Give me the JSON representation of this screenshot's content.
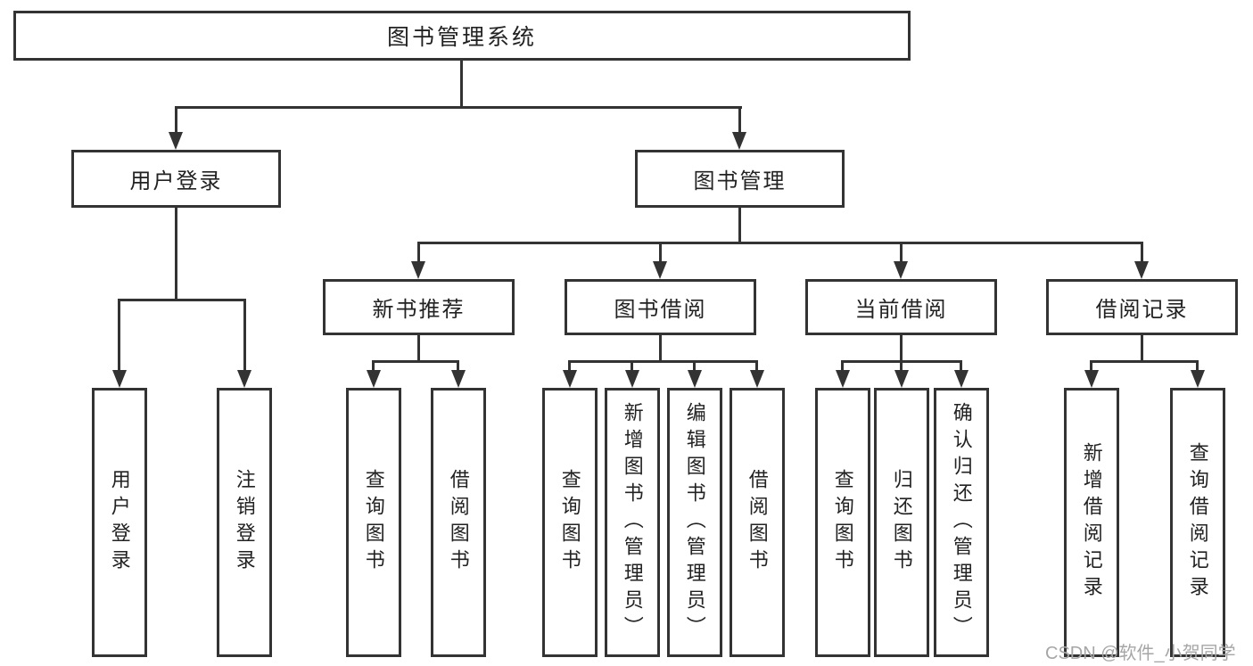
{
  "tree": {
    "label": "图书管理系统",
    "children": [
      {
        "label": "用户登录",
        "children": [
          {
            "label": "用户登录"
          },
          {
            "label": "注销登录"
          }
        ]
      },
      {
        "label": "图书管理",
        "children": [
          {
            "label": "新书推荐",
            "children": [
              {
                "label": "查询图书"
              },
              {
                "label": "借阅图书"
              }
            ]
          },
          {
            "label": "图书借阅",
            "children": [
              {
                "label": "查询图书"
              },
              {
                "label": "新增图书（管理员）"
              },
              {
                "label": "编辑图书（管理员）"
              },
              {
                "label": "借阅图书"
              }
            ]
          },
          {
            "label": "当前借阅",
            "children": [
              {
                "label": "查询图书"
              },
              {
                "label": "归还图书"
              },
              {
                "label": "确认归还（管理员）"
              }
            ]
          },
          {
            "label": "借阅记录",
            "children": [
              {
                "label": "新增借阅记录"
              },
              {
                "label": "查询借阅记录"
              }
            ]
          }
        ]
      }
    ]
  },
  "watermark": {
    "text": "CSDN @软件_小贺同学",
    "color": "#a6a6a6"
  },
  "colors": {
    "line": "#333333",
    "text": "#222222",
    "background": "#ffffff",
    "box_fill": "#ffffff"
  }
}
